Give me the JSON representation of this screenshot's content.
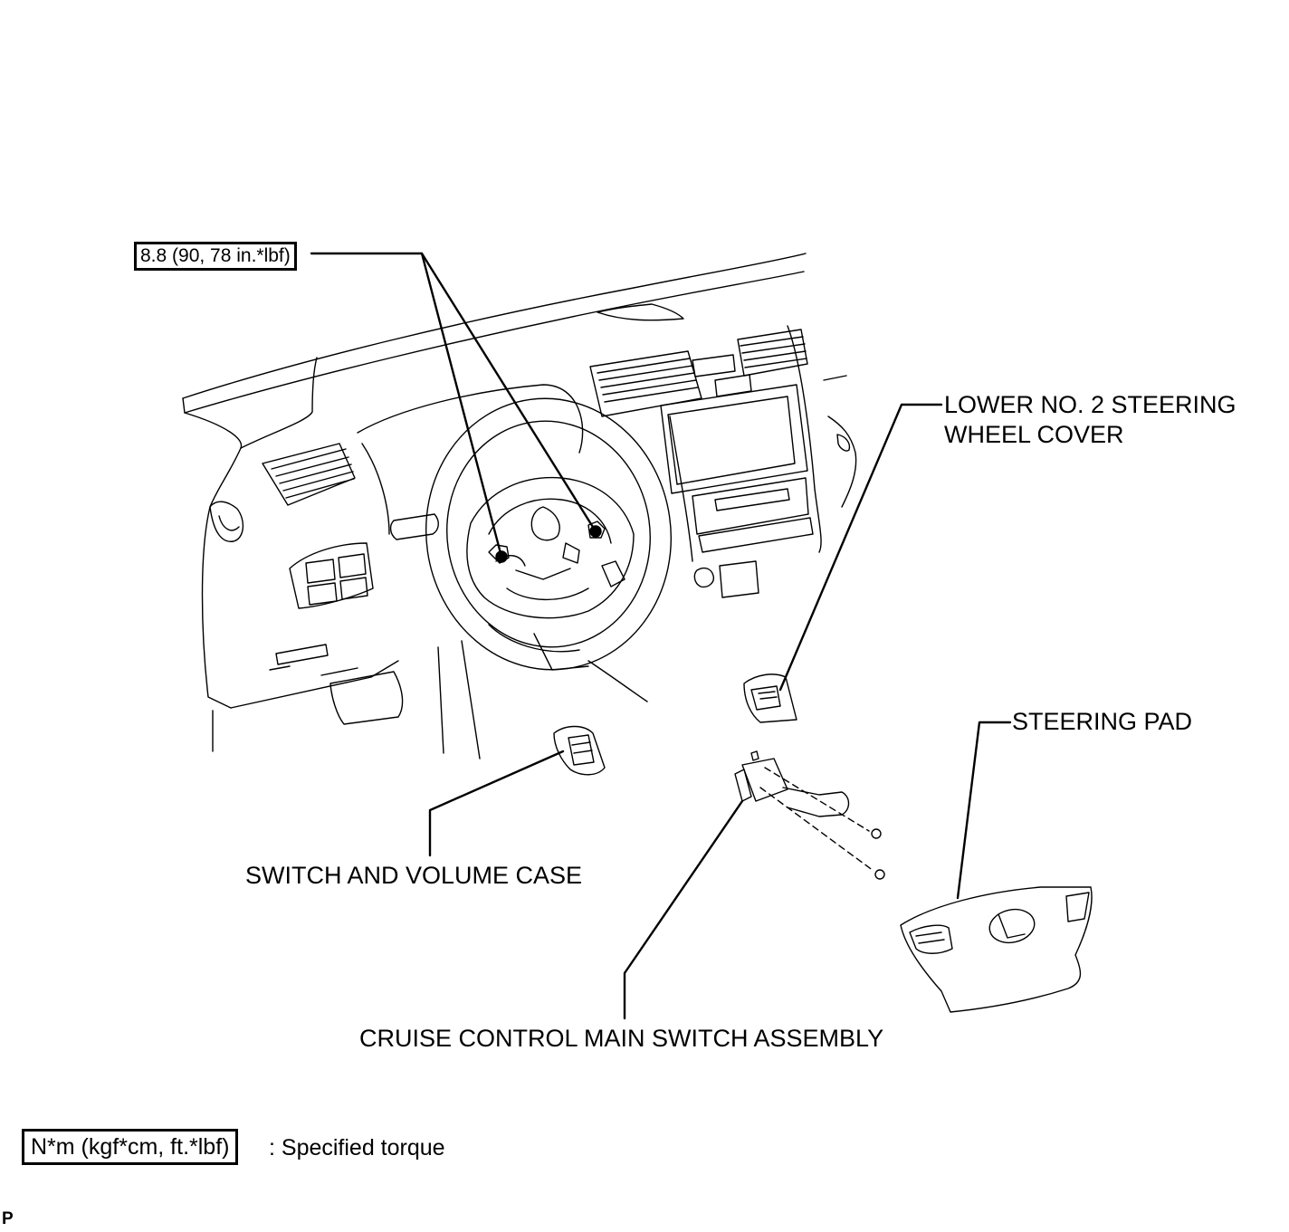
{
  "diagram": {
    "torque_callout": "8.8 (90, 78 in.*lbf)",
    "labels": {
      "lower_cover": [
        "LOWER NO. 2 STEERING",
        "WHEEL COVER"
      ],
      "steering_pad": "STEERING PAD",
      "switch_volume_case": "SWITCH AND VOLUME CASE",
      "cruise_switch": "CRUISE CONTROL MAIN SWITCH ASSEMBLY"
    },
    "legend": {
      "unit_box": "N*m (kgf*cm, ft.*lbf)",
      "description": ": Specified torque"
    },
    "corner_code": "P"
  }
}
